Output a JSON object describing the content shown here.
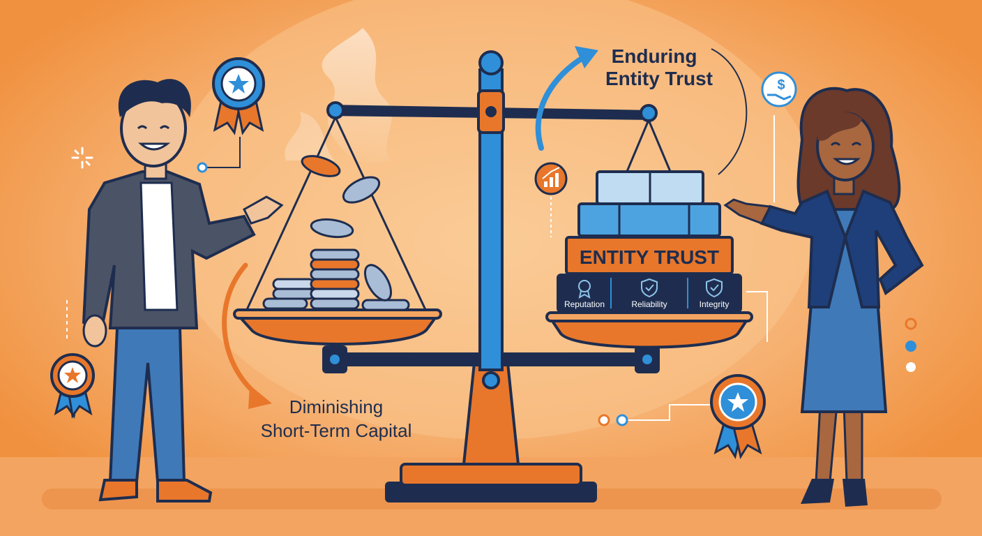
{
  "labels": {
    "enduring_line1": "Enduring",
    "enduring_line2": "Entity Trust",
    "diminishing_line1": "Diminishing",
    "diminishing_line2": "Short-Term Capital",
    "entity_trust": "ENTITY TRUST",
    "pillars": [
      "Reputation",
      "Reliability",
      "Integrity"
    ]
  },
  "icons": {
    "badges": [
      "star-ribbon-icon",
      "star-ribbon-icon",
      "star-ribbon-icon"
    ],
    "dollar": "hand-dollar-icon",
    "growth": "bar-chart-growth-icon",
    "pillar_icons": [
      "award-icon",
      "shield-check-icon",
      "shield-check-icon"
    ]
  },
  "colors": {
    "background": "#f3a25e",
    "accent_orange": "#e8772b",
    "navy": "#1e2d4f",
    "blue": "#2f8fd8",
    "light_blue": "#8fc4ea",
    "coin": "#a9bdd6"
  }
}
